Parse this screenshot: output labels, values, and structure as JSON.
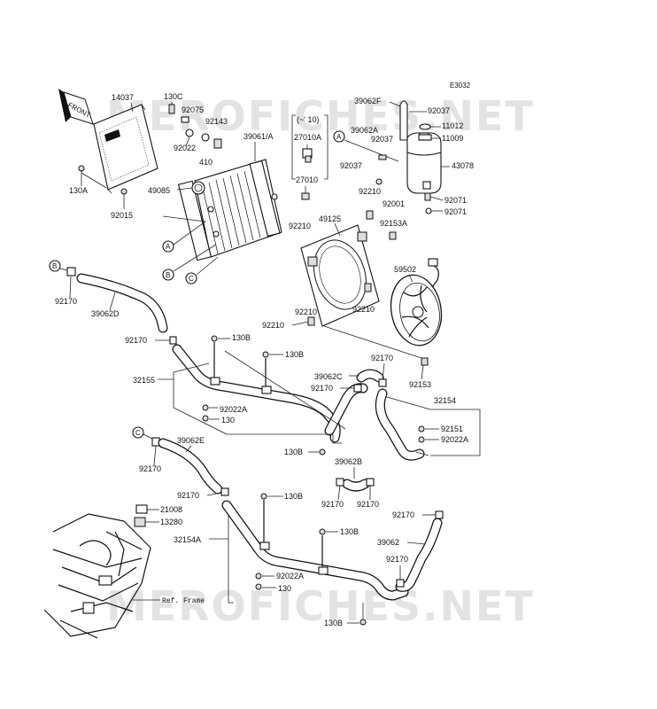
{
  "diagram_code": "E3032",
  "watermarks": [
    "MEROFICHES.NET",
    "MEROFICHES.NET"
  ],
  "front_tag": "FRONT",
  "ref_frame_label": "Ref. Frame",
  "radiator_group": {
    "cap_note_line1": "(~' 10)",
    "cap_note_line2": "27010A"
  },
  "callouts": {
    "A": "A",
    "B": "B",
    "C": "C"
  },
  "parts": {
    "p14037": "14037",
    "p130C": "130C",
    "p92075": "92075",
    "p92143": "92143",
    "p92022_top": "92022",
    "p410": "410",
    "p39061A": "39061/A",
    "p130A": "130A",
    "p92015": "92015",
    "p49085": "49085",
    "p27010": "27010",
    "p39062F": "39062F",
    "p92037_a": "92037",
    "p39062A": "39062A",
    "p92037_b": "92037",
    "p11012": "11012",
    "p11009": "11009",
    "p92037_c": "92037",
    "p43078": "43078",
    "p92210_a": "92210",
    "p92001": "92001",
    "p92071_a": "92071",
    "p92071_b": "92071",
    "p49125": "49125",
    "p92210_b": "92210",
    "p92153A": "92153A",
    "p59502": "59502",
    "p92170_a": "92170",
    "p39062D": "39062D",
    "p92210_c": "92210",
    "p92210_d": "92210",
    "p92170_b": "92170",
    "p130B_a": "130B",
    "p130B_b": "130B",
    "p32155": "32155",
    "p39062C": "39062C",
    "p92170_c": "92170",
    "p92170_d": "92170",
    "p92153": "92153",
    "p92022A_a": "92022A",
    "p130_a": "130",
    "p32154": "32154",
    "p92151": "92151",
    "p92022A_b": "92022A",
    "p39062E": "39062E",
    "p92170_e": "92170",
    "p130B_c": "130B",
    "p39062B": "39062B",
    "p92170_f": "92170",
    "p130B_d": "130B",
    "p92170_g": "92170",
    "p92170_h": "92170",
    "p21008": "21008",
    "p13280": "13280",
    "p130B_e": "130B",
    "p32154A": "32154A",
    "p92170_i": "92170",
    "p39062": "39062",
    "p92170_j": "92170",
    "p92022A_c": "92022A",
    "p130_b": "130",
    "p130B_f": "130B"
  }
}
